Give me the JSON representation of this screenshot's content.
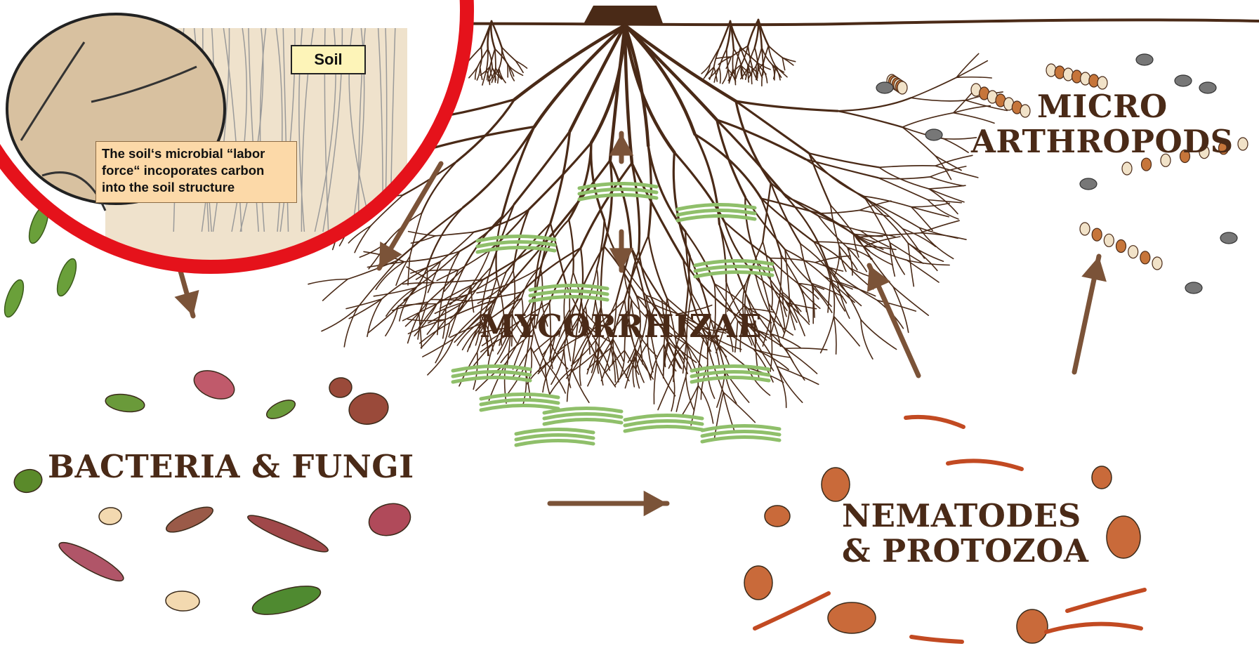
{
  "labels": {
    "mycorrhizae": "MYCORRHIZAE",
    "bacteria_fungi": "BACTERIA & FUNGI",
    "micro_arthropods": [
      "MICRO",
      "ARTHROPODS"
    ],
    "nematodes_protozoa": [
      "NEMATODES",
      "& PROTOZOA"
    ]
  },
  "inset": {
    "soil_label": "Soil",
    "caption": [
      "The soil‘s microbial “labor",
      "force“ incoporates carbon",
      "into the soil structure"
    ]
  },
  "colors": {
    "root": "#4a2a17",
    "arrow": "#7b5338",
    "hyphae": "#8fbf6a",
    "highlight_ring": "#e5121b",
    "inset_arrow": "#e0282a",
    "label_text": "#4a2a17"
  }
}
